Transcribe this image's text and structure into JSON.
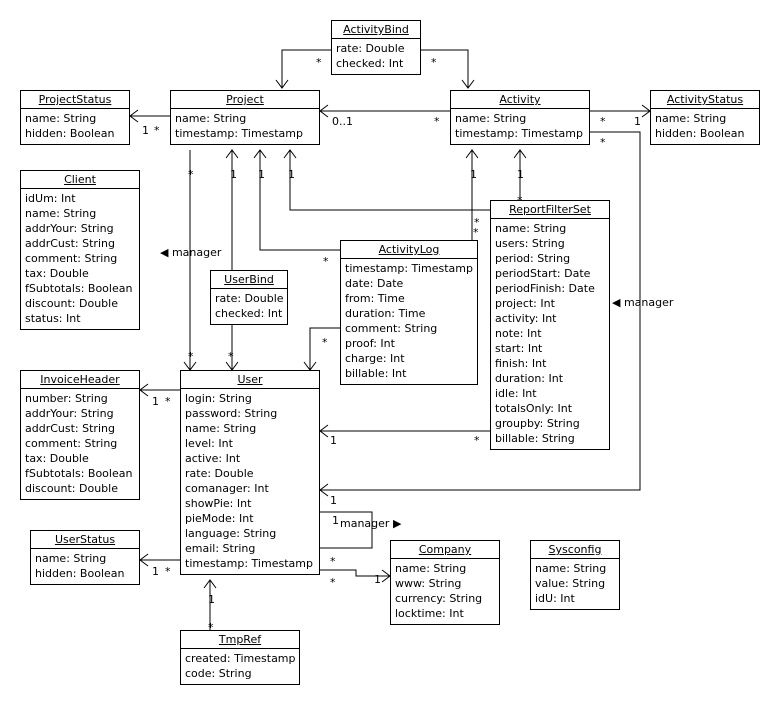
{
  "classes": {
    "activity_bind": {
      "name": "ActivityBind",
      "attrs": [
        "rate: Double",
        "checked: Int"
      ]
    },
    "project_status": {
      "name": "ProjectStatus",
      "attrs": [
        "name: String",
        "hidden: Boolean"
      ]
    },
    "project": {
      "name": "Project",
      "attrs": [
        "name: String",
        "timestamp: Timestamp"
      ]
    },
    "activity": {
      "name": "Activity",
      "attrs": [
        "name: String",
        "timestamp: Timestamp"
      ]
    },
    "activity_status": {
      "name": "ActivityStatus",
      "attrs": [
        "name: String",
        "hidden: Boolean"
      ]
    },
    "client": {
      "name": "Client",
      "attrs": [
        "idUm: Int",
        "name: String",
        "addrYour: String",
        "addrCust: String",
        "comment: String",
        "tax: Double",
        "fSubtotals: Boolean",
        "discount: Double",
        "status: Int"
      ]
    },
    "report_filter_set": {
      "name": "ReportFilterSet",
      "attrs": [
        "name: String",
        "users: String",
        "period: String",
        "periodStart: Date",
        "periodFinish: Date",
        "project: Int",
        "activity: Int",
        "note: Int",
        "start: Int",
        "finish: Int",
        "duration: Int",
        "idle: Int",
        "totalsOnly: Int",
        "groupby: String",
        "billable: String"
      ]
    },
    "activity_log": {
      "name": "ActivityLog",
      "attrs": [
        "timestamp: Timestamp",
        "date: Date",
        "from: Time",
        "duration: Time",
        "comment: String",
        "proof: Int",
        "charge: Int",
        "billable: Int"
      ]
    },
    "user_bind": {
      "name": "UserBind",
      "attrs": [
        "rate: Double",
        "checked: Int"
      ]
    },
    "invoice_header": {
      "name": "InvoiceHeader",
      "attrs": [
        "number: String",
        "addrYour: String",
        "addrCust: String",
        "comment: String",
        "tax: Double",
        "fSubtotals: Boolean",
        "discount: Double"
      ]
    },
    "user": {
      "name": "User",
      "attrs": [
        "login: String",
        "password: String",
        "name: String",
        "level: Int",
        "active: Int",
        "rate: Double",
        "comanager: Int",
        "showPie: Int",
        "pieMode: Int",
        "language: String",
        "email: String",
        "timestamp: Timestamp"
      ]
    },
    "user_status": {
      "name": "UserStatus",
      "attrs": [
        "name: String",
        "hidden: Boolean"
      ]
    },
    "company": {
      "name": "Company",
      "attrs": [
        "name: String",
        "www: String",
        "currency: String",
        "locktime: Int"
      ]
    },
    "sysconfig": {
      "name": "Sysconfig",
      "attrs": [
        "name: String",
        "value: String",
        "idU: Int"
      ]
    },
    "tmp_ref": {
      "name": "TmpRef",
      "attrs": [
        "created: Timestamp",
        "code: String"
      ]
    }
  },
  "multiplicities": {
    "star": "*",
    "one": "1",
    "zero_one": "0..1"
  },
  "role_labels": {
    "manager_left": "◀ manager",
    "manager_right": "◀ manager",
    "manager_self": "manager ▶"
  }
}
